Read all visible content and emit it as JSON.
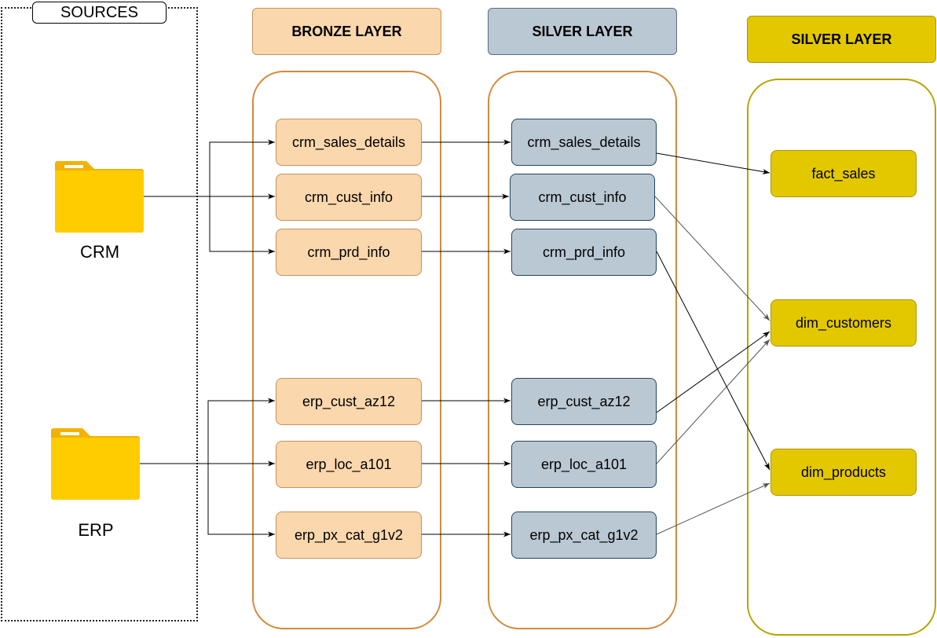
{
  "sources": {
    "title": "SOURCES",
    "items": [
      {
        "label": "CRM",
        "icon": "folder-icon"
      },
      {
        "label": "ERP",
        "icon": "folder-icon"
      }
    ]
  },
  "layers": {
    "bronze": {
      "title": "BRONZE LAYER",
      "tables": [
        "crm_sales_details",
        "crm_cust_info",
        "crm_prd_info",
        "erp_cust_az12",
        "erp_loc_a101",
        "erp_px_cat_g1v2"
      ]
    },
    "silver": {
      "title": "SILVER LAYER",
      "tables": [
        "crm_sales_details",
        "crm_cust_info",
        "crm_prd_info",
        "erp_cust_az12",
        "erp_loc_a101",
        "erp_px_cat_g1v2"
      ]
    },
    "gold": {
      "title": "SILVER LAYER",
      "tables": [
        "fact_sales",
        "dim_customers",
        "dim_products"
      ]
    }
  },
  "edges": [
    {
      "from": "CRM",
      "to": "bronze.crm_sales_details"
    },
    {
      "from": "CRM",
      "to": "bronze.crm_cust_info"
    },
    {
      "from": "CRM",
      "to": "bronze.crm_prd_info"
    },
    {
      "from": "ERP",
      "to": "bronze.erp_cust_az12"
    },
    {
      "from": "ERP",
      "to": "bronze.erp_loc_a101"
    },
    {
      "from": "ERP",
      "to": "bronze.erp_px_cat_g1v2"
    },
    {
      "from": "bronze.crm_sales_details",
      "to": "silver.crm_sales_details"
    },
    {
      "from": "bronze.crm_cust_info",
      "to": "silver.crm_cust_info"
    },
    {
      "from": "bronze.crm_prd_info",
      "to": "silver.crm_prd_info"
    },
    {
      "from": "bronze.erp_cust_az12",
      "to": "silver.erp_cust_az12"
    },
    {
      "from": "bronze.erp_loc_a101",
      "to": "silver.erp_loc_a101"
    },
    {
      "from": "bronze.erp_px_cat_g1v2",
      "to": "silver.erp_px_cat_g1v2"
    },
    {
      "from": "silver.crm_sales_details",
      "to": "gold.fact_sales"
    },
    {
      "from": "silver.crm_cust_info",
      "to": "gold.dim_customers"
    },
    {
      "from": "silver.erp_cust_az12",
      "to": "gold.dim_customers"
    },
    {
      "from": "silver.erp_loc_a101",
      "to": "gold.dim_customers"
    },
    {
      "from": "silver.crm_prd_info",
      "to": "gold.dim_products"
    },
    {
      "from": "silver.erp_px_cat_g1v2",
      "to": "gold.dim_products"
    }
  ],
  "colors": {
    "bronze_fill": "#fad7ac",
    "silver_fill": "#bac8d3",
    "gold_fill": "#e3c800",
    "folder_yellow": "#ffc700"
  }
}
